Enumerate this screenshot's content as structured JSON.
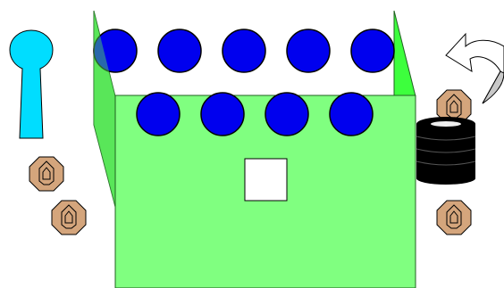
{
  "scene": {
    "background": "#ffffff",
    "colors": {
      "box_fill": "#80ff80",
      "box_side_fill": "#59e659",
      "box_stroke": "#206020",
      "right_side_bright": "#3dff3d",
      "ball_fill": "#0000ee",
      "ball_stroke": "#000000",
      "peg_fill": "#00ddff",
      "nut_fill": "#d4a57c",
      "stack_fill": "#000000",
      "stack_top": "#eeeeee",
      "arrow_fill": "#ffffff",
      "arrow_shade": "#c8c8c8",
      "square_fill": "#ffffff"
    },
    "ball_rows": {
      "back_row_count": 5,
      "front_row_count": 4
    },
    "nut_count": 4,
    "icons": {
      "peg": "peg-icon",
      "nut": "nut-icon",
      "stack": "stack-icon",
      "rotate": "rotate-arrow-icon"
    }
  }
}
